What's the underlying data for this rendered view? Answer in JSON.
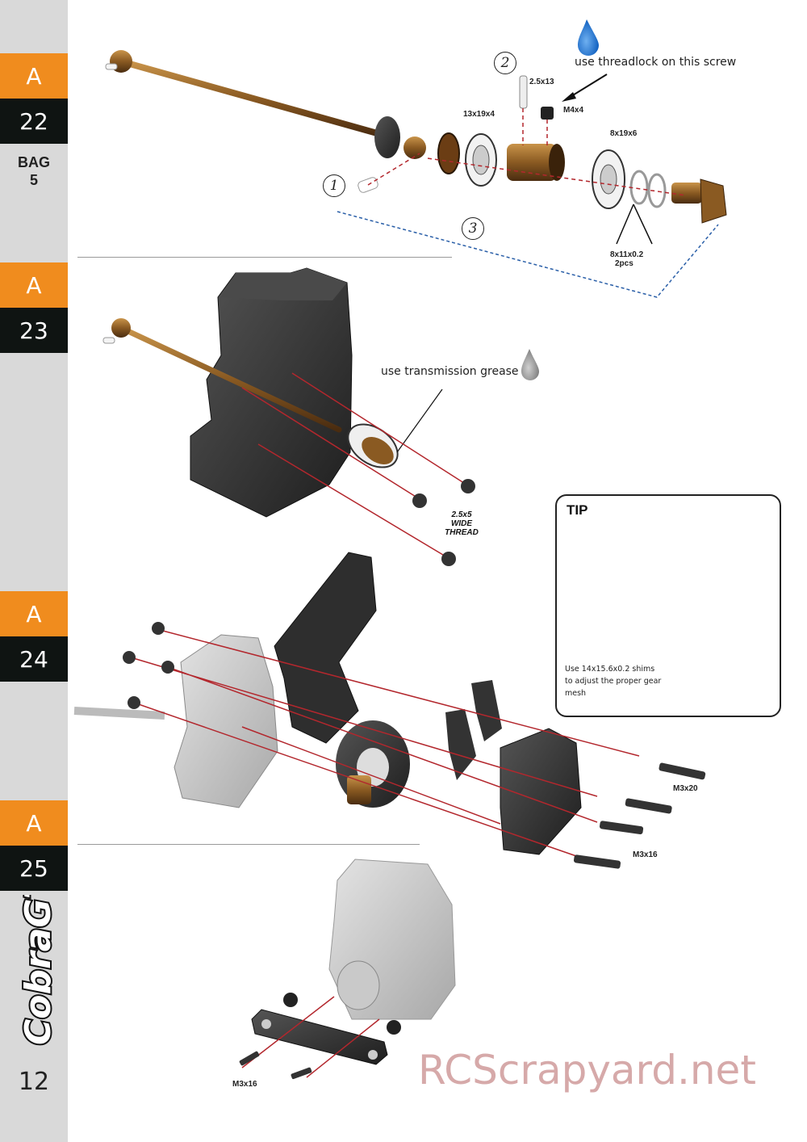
{
  "sidebar": {
    "steps": [
      {
        "letter": "A",
        "number": "22"
      },
      {
        "letter": "A",
        "number": "23"
      },
      {
        "letter": "A",
        "number": "24"
      },
      {
        "letter": "A",
        "number": "25"
      }
    ],
    "bag_label": "BAG",
    "bag_number": "5",
    "logo_text": "CobraGT",
    "page_number": "12"
  },
  "colors": {
    "accent_orange": "#f08c1e",
    "tab_black": "#0f1412",
    "sidebar_gray": "#d9d9d9",
    "guide_red": "#b3272d",
    "guide_blue": "#2a5fa8"
  },
  "step22": {
    "callout_1": "1",
    "callout_2": "2",
    "callout_3": "3",
    "pin_size": "2.5x13",
    "screw_size": "M4x4",
    "bearing_left": "13x19x4",
    "bearing_right": "8x19x6",
    "shim_size": "8x11x0.2",
    "shim_qty": "2pcs",
    "threadlock_note": "use threadlock on this screw"
  },
  "step23": {
    "grease_note": "use transmission grease",
    "screw_line1": "2.5x5",
    "screw_line2": "WIDE",
    "screw_line3": "THREAD"
  },
  "tip": {
    "title": "TIP",
    "text": "Use 14x15.6x0.2 shims to adjust the proper gear mesh"
  },
  "step24": {
    "screw_a": "M3x20",
    "screw_b": "M3x16"
  },
  "step25": {
    "screw": "M3x16"
  },
  "watermark": "RCScrapyard.net"
}
